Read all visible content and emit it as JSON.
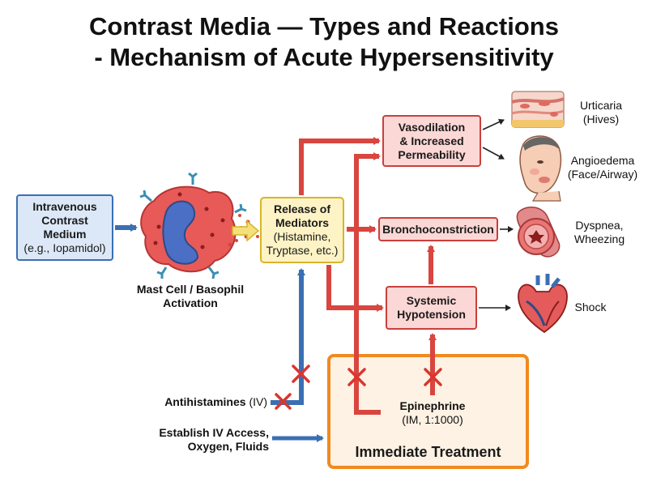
{
  "title": {
    "line1": "Contrast Media — Types and Reactions",
    "line2": "- Mechanism of Acute Hypersensitivity"
  },
  "nodes": {
    "iv_contrast": {
      "line1": "Intravenous",
      "line2": "Contrast",
      "line3": "Medium",
      "line4": "(e.g., Iopamidol)"
    },
    "mast_cell": {
      "line1": "Mast Cell / Basophil",
      "line2": "Activation"
    },
    "release": {
      "line1": "Release of",
      "line2": "Mediators",
      "line3": "(Histamine,",
      "line4": "Tryptase, etc.)"
    },
    "vasodilation": {
      "line1": "Vasodilation",
      "line2": "& Increased",
      "line3": "Permeability"
    },
    "bronchoconstriction": {
      "line1": "Bronchoconstriction"
    },
    "hypotension": {
      "line1": "Systemic",
      "line2": "Hypotension"
    }
  },
  "outcomes": {
    "urticaria": {
      "line1": "Urticaria",
      "line2": "(Hives)"
    },
    "angioedema": {
      "line1": "Angioedema",
      "line2": "(Face/Airway)"
    },
    "dyspnea": {
      "line1": "Dyspnea,",
      "line2": "Wheezing"
    },
    "shock": {
      "line1": "Shock"
    }
  },
  "treatments": {
    "antihistamines": {
      "name": "Antihistamines",
      "route": "(IV)"
    },
    "iv_access": {
      "line1": "Establish IV Access,",
      "line2": "Oxygen, Fluids"
    },
    "epinephrine": {
      "line1": "Epinephrine",
      "line2": "(IM, 1:1000)"
    },
    "panel_title": "Immediate Treatment"
  },
  "colors": {
    "contrast_blue": "#3a6fb3",
    "mediator_yellow": "#d8b42a",
    "reaction_red": "#d9453f",
    "treatment_orange": "#f08a1f",
    "block_red": "#d9362f"
  },
  "icons": [
    "mast-cell-icon",
    "skin-hives-icon",
    "face-swelling-icon",
    "airway-cross-section-icon",
    "heart-icon"
  ]
}
